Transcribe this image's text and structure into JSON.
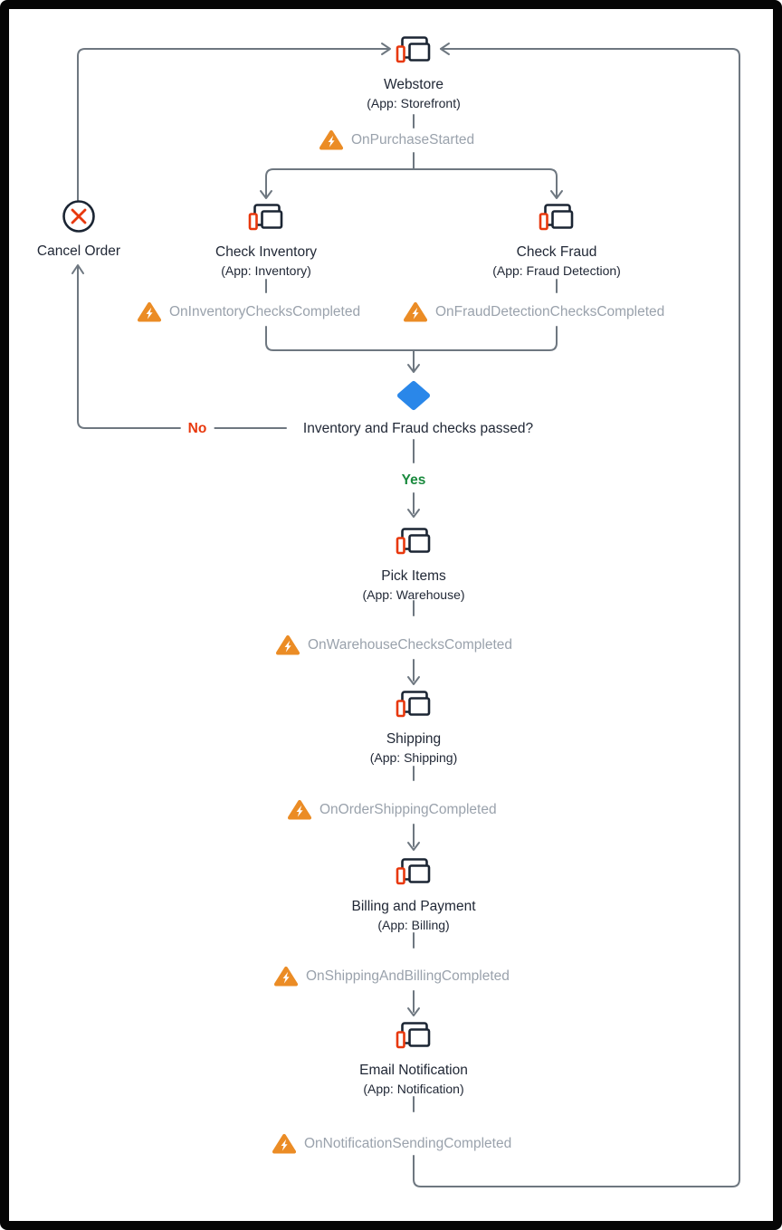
{
  "nodes": {
    "webstore": {
      "title": "Webstore",
      "app": "(App: Storefront)"
    },
    "check_inventory": {
      "title": "Check Inventory",
      "app": "(App: Inventory)"
    },
    "check_fraud": {
      "title": "Check Fraud",
      "app": "(App: Fraud Detection)"
    },
    "pick_items": {
      "title": "Pick Items",
      "app": "(App: Warehouse)"
    },
    "shipping": {
      "title": "Shipping",
      "app": "(App: Shipping)"
    },
    "billing": {
      "title": "Billing and Payment",
      "app": "(App: Billing)"
    },
    "email": {
      "title": "Email Notification",
      "app": "(App: Notification)"
    }
  },
  "events": {
    "purchase_started": {
      "label": "OnPurchaseStarted"
    },
    "inventory_checks": {
      "label": "OnInventoryChecksCompleted"
    },
    "fraud_checks": {
      "label": "OnFraudDetectionChecksCompleted"
    },
    "warehouse_checks": {
      "label": "OnWarehouseChecksCompleted"
    },
    "order_shipping": {
      "label": "OnOrderShippingCompleted"
    },
    "shipping_billing": {
      "label": "OnShippingAndBillingCompleted"
    },
    "notification_sending": {
      "label": "OnNotificationSendingCompleted"
    }
  },
  "decision": {
    "question": "Inventory and Fraud checks passed?",
    "yes": "Yes",
    "no": "No"
  },
  "terminal": {
    "label": "Cancel Order"
  },
  "colors": {
    "line": "#6e7780",
    "icon_dark": "#1b2533",
    "icon_red": "#e8380d",
    "event_orange": "#eb8c25",
    "event_text": "#9aa2ac",
    "decision_blue": "#2a87e9",
    "no_red": "#e8380d",
    "yes_green": "#1a8a3e",
    "text_dark": "#212836"
  }
}
